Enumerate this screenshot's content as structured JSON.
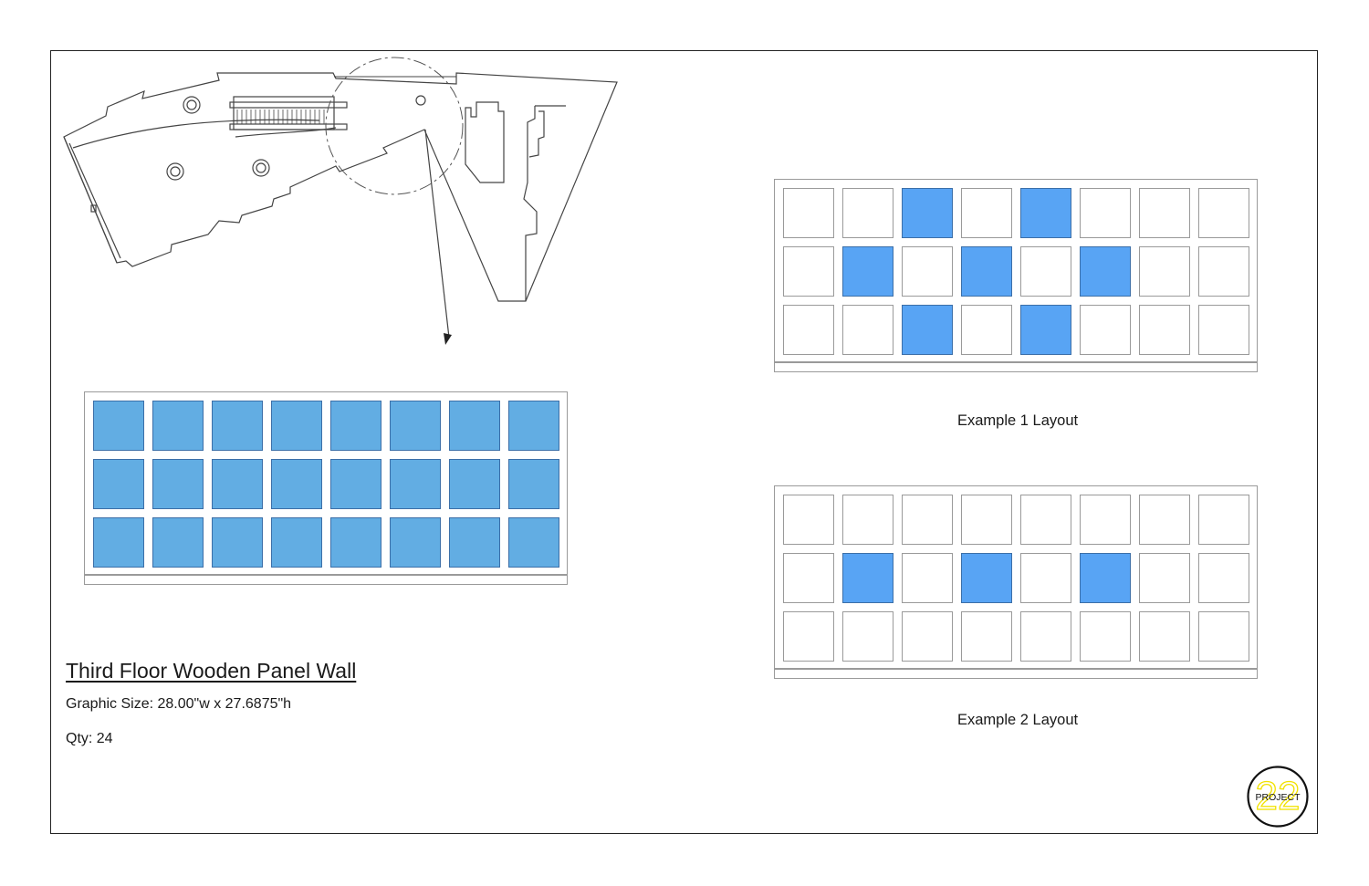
{
  "colors": {
    "panel_main": "#62ade3",
    "panel_example": "#58a4f4",
    "panel_off": "#ffffff",
    "line": "#222222",
    "logo_accent": "#f2e200"
  },
  "sheet": {
    "title": "Third Floor Wooden Panel Wall",
    "graphic_size": "Graphic Size: 28.00\"w x 27.6875\"h",
    "qty": "Qty: 24"
  },
  "main_layout": {
    "rows": [
      [
        1,
        1,
        1,
        1,
        1,
        1,
        1,
        1
      ],
      [
        1,
        1,
        1,
        1,
        1,
        1,
        1,
        1
      ],
      [
        1,
        1,
        1,
        1,
        1,
        1,
        1,
        1
      ]
    ]
  },
  "example_1": {
    "caption": "Example 1 Layout",
    "rows": [
      [
        0,
        0,
        1,
        0,
        1,
        0,
        0,
        0
      ],
      [
        0,
        1,
        0,
        1,
        0,
        1,
        0,
        0
      ],
      [
        0,
        0,
        1,
        0,
        1,
        0,
        0,
        0
      ]
    ]
  },
  "example_2": {
    "caption": "Example 2 Layout",
    "rows": [
      [
        0,
        0,
        0,
        0,
        0,
        0,
        0,
        0
      ],
      [
        0,
        1,
        0,
        1,
        0,
        1,
        0,
        0
      ],
      [
        0,
        0,
        0,
        0,
        0,
        0,
        0,
        0
      ]
    ]
  },
  "logo": {
    "text": "PROJECT",
    "number": "22"
  }
}
